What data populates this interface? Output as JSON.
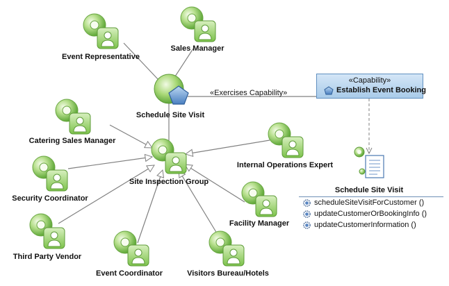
{
  "actors": [
    {
      "id": "event-representative",
      "label": "Event Representative"
    },
    {
      "id": "sales-manager",
      "label": "Sales Manager"
    },
    {
      "id": "catering-sales-manager",
      "label": "Catering Sales Manager"
    },
    {
      "id": "security-coordinator",
      "label": "Security Coordinator"
    },
    {
      "id": "third-party-vendor",
      "label": "Third Party Vendor"
    },
    {
      "id": "event-coordinator",
      "label": "Event Coordinator"
    },
    {
      "id": "visitors-bureau-hotels",
      "label": "Visitors Bureau/Hotels"
    },
    {
      "id": "facility-manager",
      "label": "Facility Manager"
    },
    {
      "id": "internal-operations-expert",
      "label": "Internal Operations Expert"
    },
    {
      "id": "site-inspection-group",
      "label": "Site Inspection Group"
    }
  ],
  "use_case": {
    "label": "Schedule Site Visit"
  },
  "exercises_label": "«Exercises Capability»",
  "capability": {
    "stereotype": "«Capability»",
    "name": "Establish Event Booking"
  },
  "component": {
    "label": "Schedule Site Visit"
  },
  "operations": [
    "scheduleSiteVisitForCustomer ()",
    "updateCustomerOrBookingInfo ()",
    "updateCustomerInformation ()"
  ],
  "colors": {
    "actor_green": "#8fcf5e",
    "use_case_green": "#9fd46a",
    "capability_blue": "#a9cbe9",
    "edge_gray": "#808080"
  }
}
